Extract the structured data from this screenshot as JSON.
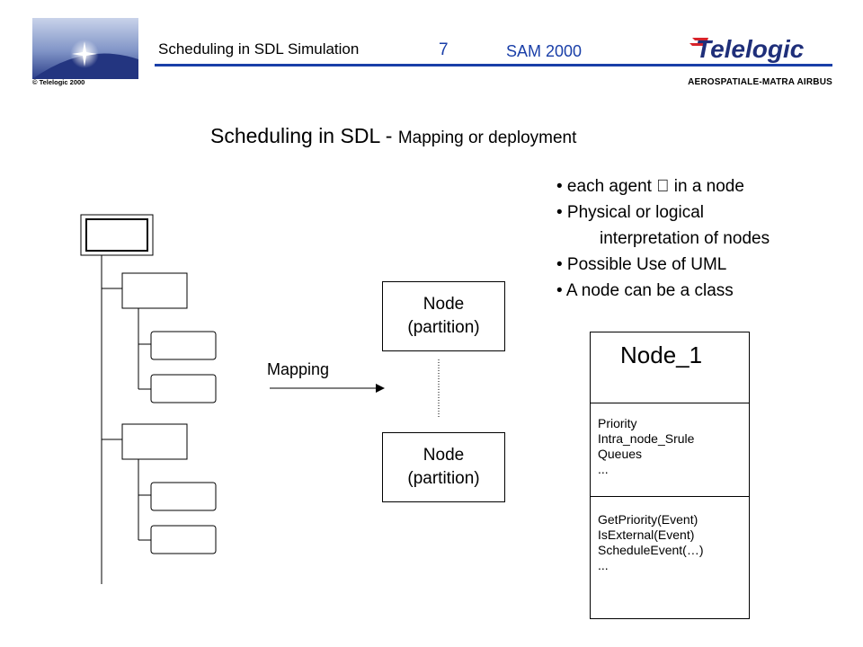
{
  "header": {
    "title": "Scheduling in SDL Simulation",
    "page_number": "7",
    "conference": "SAM 2000",
    "copyright": "© Telelogic 2000",
    "client": "AEROSPATIALE-MATRA  AIRBUS",
    "brand": "Telelogic"
  },
  "slide": {
    "title_main": "Scheduling in SDL - ",
    "title_sub": "Mapping or deployment"
  },
  "bullets": [
    "• each agent  in a node",
    "• Physical or logical",
    "interpretation of nodes",
    "• Possible Use of UML",
    "• A node can be a class"
  ],
  "diagram": {
    "mapping_label": "Mapping",
    "node_top_line1": "Node",
    "node_top_line2": "(partition)",
    "node_bottom_line1": "Node",
    "node_bottom_line2": "(partition)"
  },
  "class_box": {
    "name": "Node_1",
    "attributes": [
      "Priority",
      "Intra_node_Srule",
      "Queues",
      "..."
    ],
    "operations": [
      "GetPriority(Event)",
      "IsExternal(Event)",
      "ScheduleEvent(…)",
      "..."
    ]
  }
}
